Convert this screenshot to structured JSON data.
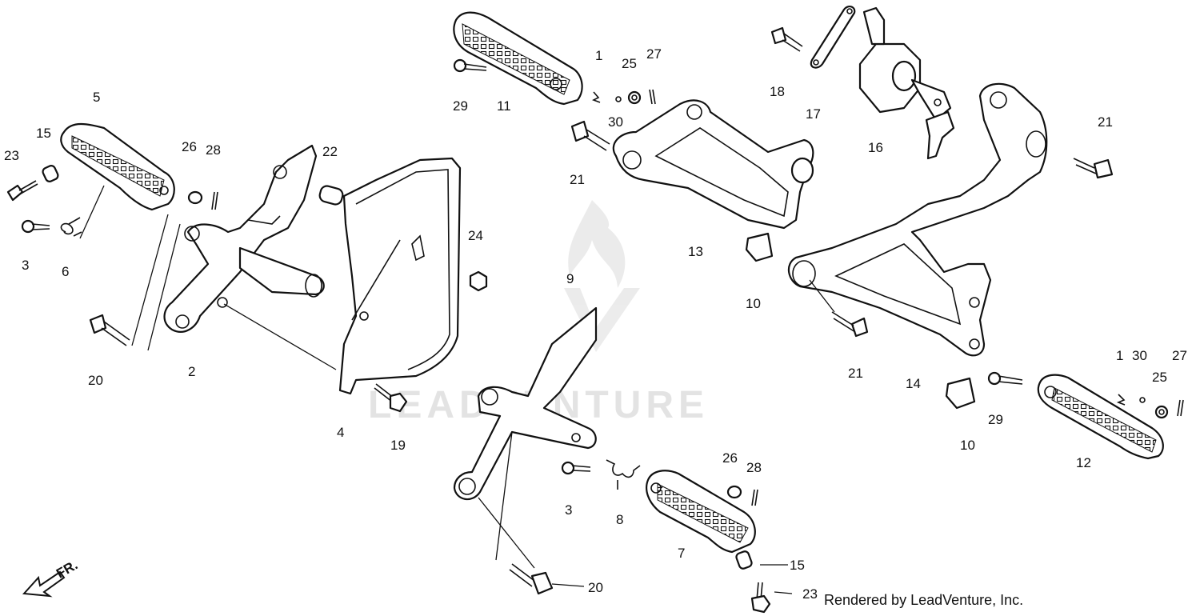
{
  "credit": "Rendered by LeadVenture, Inc.",
  "watermark": "LEADVENTURE",
  "direction_label": "FR.",
  "callouts": {
    "c1a": "1",
    "c1b": "1",
    "c2": "2",
    "c3a": "3",
    "c3b": "3",
    "c4": "4",
    "c5": "5",
    "c6": "6",
    "c7": "7",
    "c8": "8",
    "c9": "9",
    "c10a": "10",
    "c10b": "10",
    "c11": "11",
    "c12": "12",
    "c13": "13",
    "c14": "14",
    "c15a": "15",
    "c15b": "15",
    "c16": "16",
    "c17": "17",
    "c18": "18",
    "c19": "19",
    "c20a": "20",
    "c20b": "20",
    "c21a": "21",
    "c21b": "21",
    "c21c": "21",
    "c22": "22",
    "c23a": "23",
    "c23b": "23",
    "c24": "24",
    "c25a": "25",
    "c25b": "25",
    "c26a": "26",
    "c26b": "26",
    "c27a": "27",
    "c27b": "27",
    "c28a": "28",
    "c28b": "28",
    "c29a": "29",
    "c29b": "29",
    "c30a": "30",
    "c30b": "30"
  },
  "colors": {
    "line": "#111111",
    "watermark": "#e3e3e3",
    "background": "#ffffff"
  }
}
